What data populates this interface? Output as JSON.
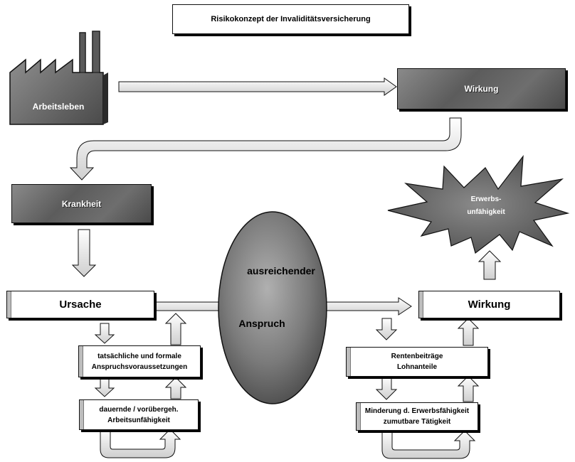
{
  "title": "Risikokonzept der Invaliditätsversicherung",
  "factory": {
    "label": "Arbeitsleben"
  },
  "top_effect": {
    "label": "Wirkung"
  },
  "krankheit": {
    "label": "Krankheit"
  },
  "starburst": {
    "line1": "Erwerbs-",
    "line2": "unfähigkeit"
  },
  "ursache": {
    "label": "Ursache"
  },
  "wirkung": {
    "label": "Wirkung"
  },
  "center": {
    "line1": "ausreichender",
    "line2": "Anspruch"
  },
  "left_stack": {
    "box1": {
      "line1": "tatsächliche und formale",
      "line2": "Anspruchsvoraussetzungen"
    },
    "box2": {
      "line1": "dauernde / vorübergeh.",
      "line2": "Arbeitsunfähigkeit"
    }
  },
  "right_stack": {
    "box1": {
      "line1": "Rentenbeiträge",
      "line2": "Lohnanteile"
    },
    "box2": {
      "line1": "Minderung d. Erwerbsfähigkeit",
      "line2": "zumutbare Tätigkeit"
    }
  },
  "colors": {
    "dark_box": "#5c5c5c",
    "ellipse": "#6f6f6f",
    "starburst": "#6a6a6a",
    "outline": "#111111"
  }
}
